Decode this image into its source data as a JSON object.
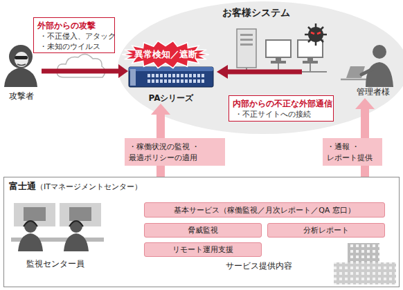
{
  "diagram": {
    "nodes": [
      {
        "text": [
          "お客様システム"
        ]
      },
      {
        "text": [
          "外部からの攻撃",
          "・不正侵入、アタック",
          "・未知のウイルス"
        ]
      },
      {
        "text": [
          "攻撃者"
        ]
      },
      {
        "text": [
          "異常検知／遮断"
        ]
      },
      {
        "text": [
          "PAシリーズ"
        ],
        "in": 0
      },
      {
        "text": [
          "管理者様"
        ]
      },
      {
        "text": [
          "内部からの不正な外部通信",
          "・不正サイトへの接続"
        ],
        "in": 0
      },
      {
        "text": [
          "富士通",
          "（ITマネージメントセンター）"
        ]
      },
      {
        "text": [
          "基本サービス（稼働監視／月次レポート／QA 窓口）"
        ],
        "in": 7
      },
      {
        "text": [
          "脅威監視"
        ],
        "in": 7
      },
      {
        "text": [
          "分析レポート"
        ],
        "in": 7
      },
      {
        "text": [
          "リモート運用支援"
        ],
        "in": 7
      }
    ],
    "edges": [
      {
        "from": 2,
        "to": 4,
        "arrow": "to"
      },
      {
        "from": 7,
        "to": 4,
        "arrow": "to",
        "label": "・稼働状況の監視 ・最適ポリシーの適用"
      },
      {
        "from": 7,
        "to": 5,
        "arrow": "to",
        "label": "・通報 ・レポート提供"
      }
    ],
    "labels": [
      "監視センター員",
      "サービス提供内容"
    ]
  }
}
